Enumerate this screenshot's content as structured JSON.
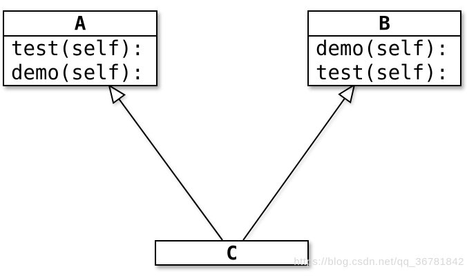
{
  "diagram": {
    "type": "uml-class-diagram",
    "classes": [
      {
        "id": "A",
        "title": "A",
        "methods": [
          "test(self):",
          "demo(self):"
        ]
      },
      {
        "id": "B",
        "title": "B",
        "methods": [
          "demo(self):",
          "test(self):"
        ]
      },
      {
        "id": "C",
        "title": "C",
        "methods": []
      }
    ],
    "relations": [
      {
        "from": "C",
        "to": "A",
        "type": "inheritance"
      },
      {
        "from": "C",
        "to": "B",
        "type": "inheritance"
      }
    ]
  },
  "watermark": "https://blog.csdn.net/qq_36781842",
  "colors": {
    "background": "#ffffff",
    "box_fill": "#ffffff",
    "box_border": "#000000",
    "text": "#000000",
    "arrow": "#000000",
    "arrowhead_fill": "#ffffff",
    "watermark_text": "#d8d8d8"
  }
}
